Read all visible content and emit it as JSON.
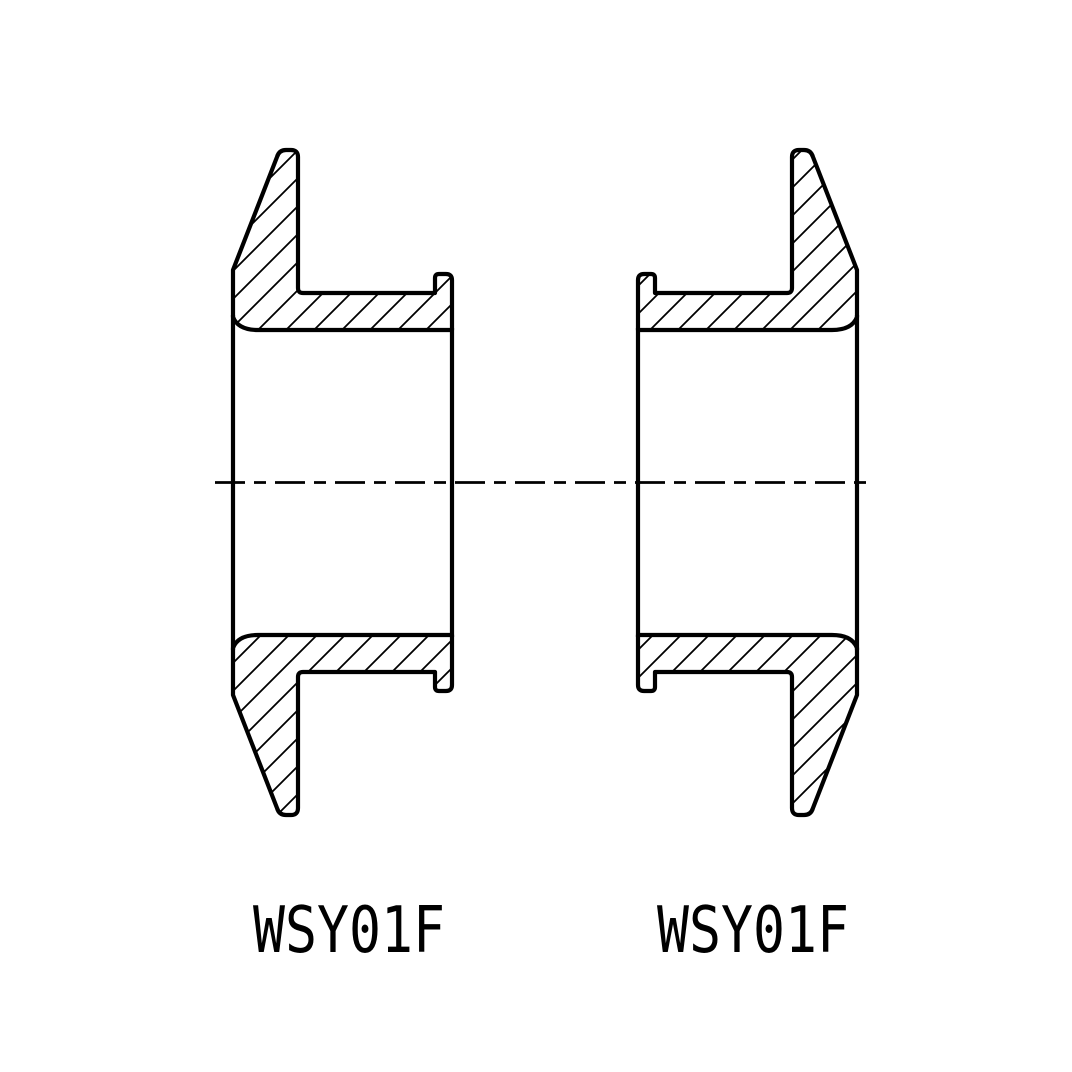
{
  "canvas": {
    "background": "#ffffff",
    "line_color": "#000000",
    "hatch_style": "diagonal-45-forward-slash"
  },
  "drawing": {
    "description": "cross-section drawing of two mirrored flanged bushings",
    "views": [
      {
        "id": "left-bushing",
        "label": "WSY01F"
      },
      {
        "id": "right-bushing",
        "label": "WSY01F"
      }
    ]
  }
}
